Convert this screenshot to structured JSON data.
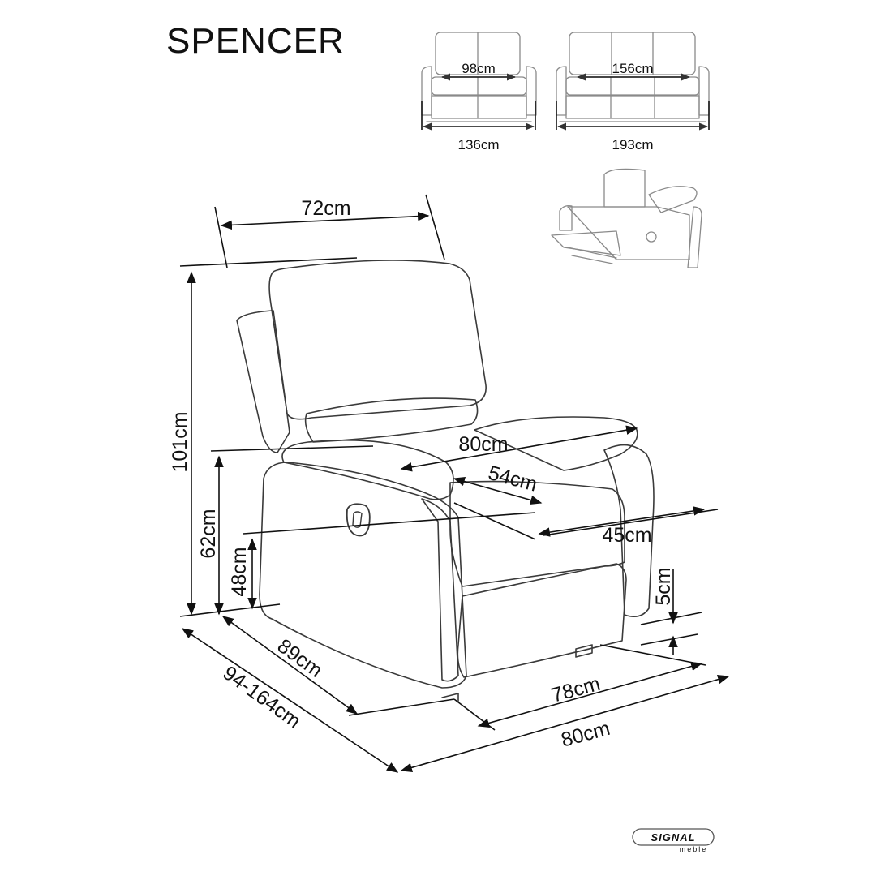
{
  "title": "SPENCER",
  "small_sofa": {
    "inner_width": "98cm",
    "outer_width": "136cm"
  },
  "large_sofa": {
    "inner_width": "156cm",
    "outer_width": "193cm"
  },
  "chair": {
    "back_width": "72cm",
    "height": "101cm",
    "arm_height": "62cm",
    "seat_height": "48cm",
    "width_top": "80cm",
    "seat_depth": "54cm",
    "seat_width": "45cm",
    "clearance": "5cm",
    "depth": "89cm",
    "depth_reclined": "94-164cm",
    "base_width": "78cm",
    "total_width": "80cm"
  },
  "logo": {
    "brand": "SIGNAL",
    "sub": "meble"
  }
}
